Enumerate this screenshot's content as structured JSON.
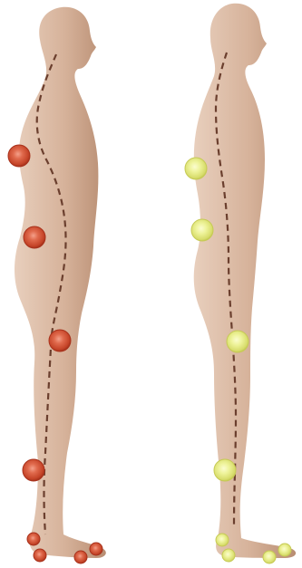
{
  "colors": {
    "background": "#ffffff",
    "skin_light": "#e6c9b4",
    "skin_dark": "#b88d72",
    "spine_line": "#6b3f2e",
    "marker_red_core": "#d9553a",
    "marker_red_edge": "#a8321c",
    "marker_yellow_core": "#eaf08a",
    "marker_yellow_edge": "#c6ca55"
  },
  "figures": [
    {
      "name": "poor-posture",
      "marker_style": "red",
      "marker_count": 8
    },
    {
      "name": "good-posture",
      "marker_style": "yellow",
      "marker_count": 8
    }
  ]
}
